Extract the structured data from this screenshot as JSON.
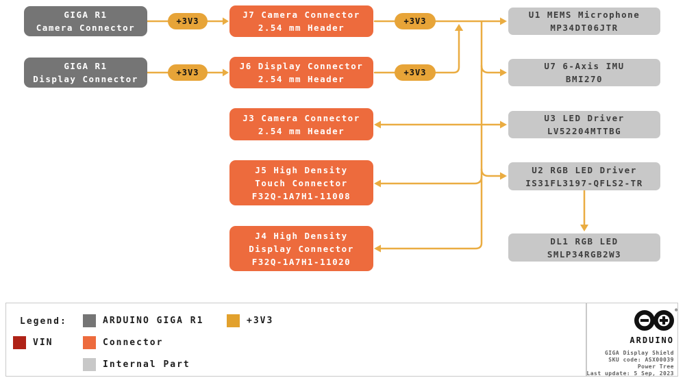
{
  "colors": {
    "arduino_gray": "#757575",
    "connector_orange": "#ED6B3D",
    "internal_gray": "#C8C8C8",
    "power_gold": "#E7A438",
    "vin_red": "#AF2217",
    "wire_gold": "#EAAC41"
  },
  "power_label": "+3V3",
  "nodes": {
    "giga_camera": {
      "line1": "GIGA R1",
      "line2": "Camera Connector"
    },
    "giga_display": {
      "line1": "GIGA R1",
      "line2": "Display Connector"
    },
    "j7": {
      "line1": "J7 Camera Connector",
      "line2": "2.54 mm Header"
    },
    "j6": {
      "line1": "J6 Display Connector",
      "line2": "2.54 mm Header"
    },
    "j3": {
      "line1": "J3 Camera Connector",
      "line2": "2.54 mm Header"
    },
    "j5": {
      "line1": "J5 High Density",
      "line2": "Touch Connector",
      "line3": "F32Q-1A7H1-11008"
    },
    "j4": {
      "line1": "J4 High Density",
      "line2": "Display Connector",
      "line3": "F32Q-1A7H1-11020"
    },
    "u1": {
      "line1": "U1 MEMS Microphone",
      "line2": "MP34DT06JTR"
    },
    "u7": {
      "line1": "U7 6-Axis IMU",
      "line2": "BMI270"
    },
    "u3": {
      "line1": "U3 LED Driver",
      "line2": "LV52204MTTBG"
    },
    "u2": {
      "line1": "U2 RGB LED Driver",
      "line2": "IS31FL3197-QFLS2-TR"
    },
    "dl1": {
      "line1": "DL1 RGB LED",
      "line2": "SMLP34RGB2W3"
    }
  },
  "legend": {
    "title": "Legend:",
    "items": [
      {
        "label": "ARDUINO GIGA R1",
        "color": "#757575"
      },
      {
        "label": "+3V3",
        "color": "#E2A12D"
      },
      {
        "label": "VIN",
        "color": "#AF2217"
      },
      {
        "label": "Connector",
        "color": "#ED6B3D"
      },
      {
        "label": "Internal Part",
        "color": "#C8C8C8"
      }
    ]
  },
  "footer": {
    "brand": "ARDUINO",
    "info_lines": [
      "GIGA Display Shield",
      "SKU code: ASX00039",
      "Power Tree",
      "Last update: 5 Sep, 2023"
    ]
  }
}
